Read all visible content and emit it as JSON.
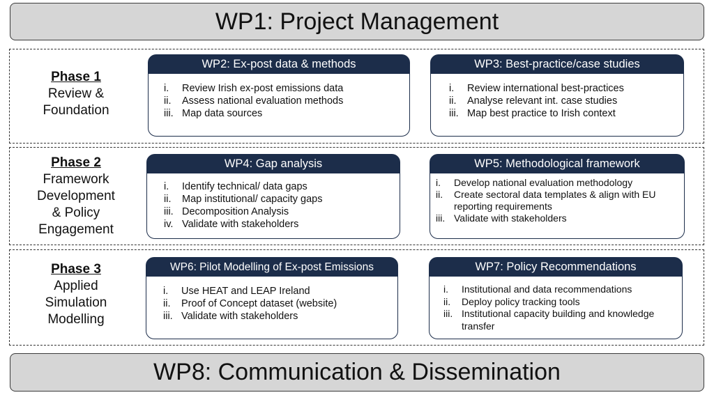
{
  "top_bar": {
    "label": "WP1: Project Management"
  },
  "bottom_bar": {
    "label": "WP8: Communication & Dissemination"
  },
  "phases": [
    {
      "title": "Phase 1",
      "description": "Review &\nFoundation",
      "left": {
        "title": "WP2: Ex-post data & methods",
        "items": [
          {
            "num": "i.",
            "text": "Review Irish ex-post emissions data"
          },
          {
            "num": "ii.",
            "text": "Assess national evaluation methods"
          },
          {
            "num": "iii.",
            "text": "Map data sources"
          }
        ]
      },
      "right": {
        "title": "WP3: Best-practice/case studies",
        "items": [
          {
            "num": "i.",
            "text": "Review international best-practices"
          },
          {
            "num": "ii.",
            "text": "Analyse relevant int. case studies"
          },
          {
            "num": "iii.",
            "text": "Map best practice to Irish context"
          }
        ]
      }
    },
    {
      "title": "Phase 2",
      "description": "Framework\nDevelopment\n& Policy\nEngagement",
      "left": {
        "title": "WP4: Gap analysis",
        "items": [
          {
            "num": "i.",
            "text": "Identify technical/ data gaps"
          },
          {
            "num": "ii.",
            "text": "Map institutional/ capacity gaps"
          },
          {
            "num": "iii.",
            "text": "Decomposition Analysis"
          },
          {
            "num": "iv.",
            "text": "Validate with stakeholders"
          }
        ]
      },
      "right": {
        "title": "WP5: Methodological framework",
        "items": [
          {
            "num": "i.",
            "text": "Develop national evaluation methodology"
          },
          {
            "num": "ii.",
            "text": "Create sectoral data templates & align with EU reporting requirements"
          },
          {
            "num": "iii.",
            "text": "Validate with stakeholders"
          }
        ]
      }
    },
    {
      "title": "Phase 3",
      "description": "Applied\nSimulation\nModelling",
      "left": {
        "title": "WP6: Pilot Modelling of Ex-post Emissions",
        "items": [
          {
            "num": "i.",
            "text": "Use HEAT and LEAP Ireland"
          },
          {
            "num": "ii.",
            "text": "Proof of Concept dataset (website)"
          },
          {
            "num": "iii.",
            "text": "Validate with stakeholders"
          }
        ]
      },
      "right": {
        "title": "WP7: Policy Recommendations",
        "items": [
          {
            "num": "i.",
            "text": "Institutional and data recommendations"
          },
          {
            "num": "ii.",
            "text": "Deploy policy tracking tools"
          },
          {
            "num": "iii.",
            "text": "Institutional capacity building and knowledge transfer"
          }
        ]
      }
    }
  ]
}
